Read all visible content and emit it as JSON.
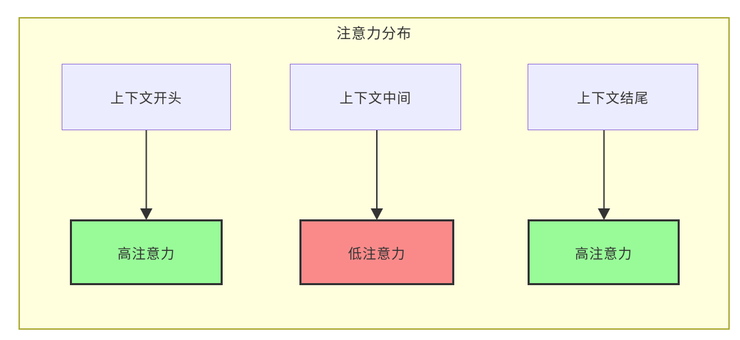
{
  "diagram": {
    "title": "注意力分布",
    "type": "flowchart-top-down",
    "top_nodes": [
      {
        "label": "上下文开头"
      },
      {
        "label": "上下文中间"
      },
      {
        "label": "上下文结尾"
      }
    ],
    "bottom_nodes": [
      {
        "label": "高注意力",
        "level": "high"
      },
      {
        "label": "低注意力",
        "level": "low"
      },
      {
        "label": "高注意力",
        "level": "high"
      }
    ],
    "edges": [
      {
        "from": "上下文开头",
        "to": "高注意力"
      },
      {
        "from": "上下文中间",
        "to": "低注意力"
      },
      {
        "from": "上下文结尾",
        "to": "高注意力"
      }
    ]
  },
  "colors": {
    "canvas-bg": "#FFFFDE",
    "canvas-border": "#AAAA33",
    "node-bg": "#ECECFF",
    "node-border": "#9370DB",
    "high-bg": "#98FB98",
    "low-bg": "#FA8A8A",
    "emphasis-border": "#333333",
    "arrow": "#333333",
    "text": "#333333"
  }
}
